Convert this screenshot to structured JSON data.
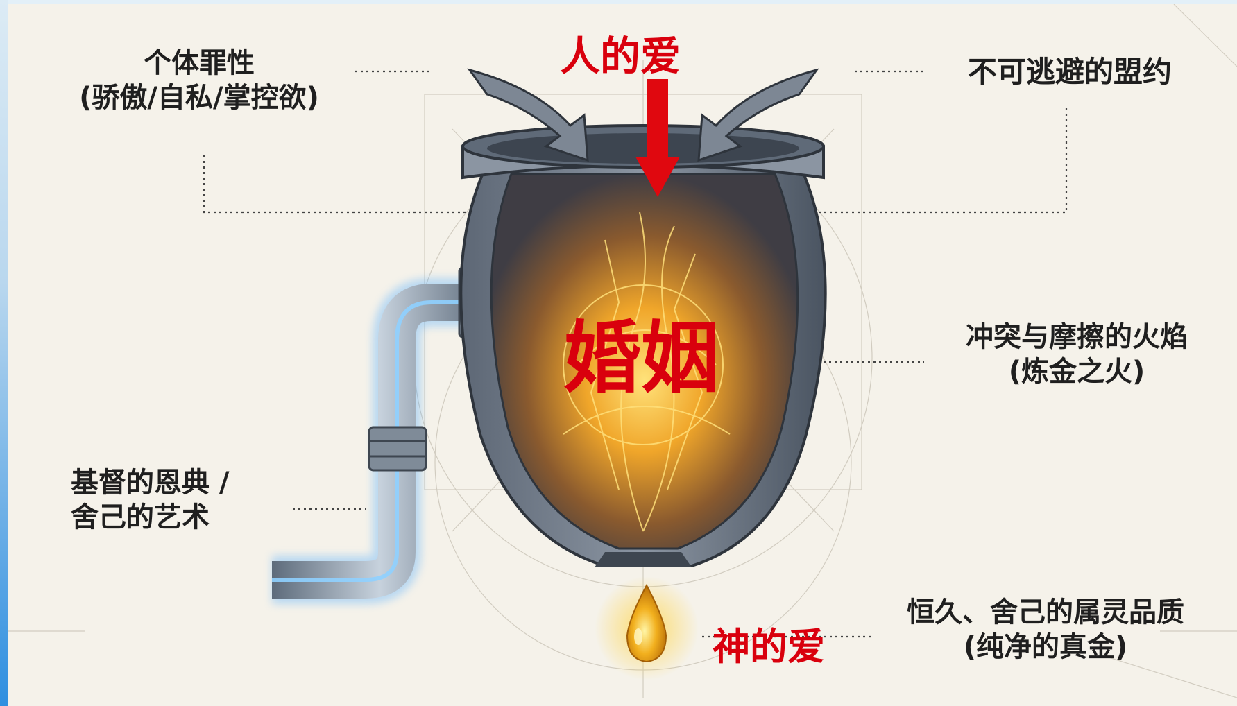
{
  "title": "人的爱",
  "center": "婚姻",
  "bottom": "神的爱",
  "labels": {
    "sin_line1": "个体罪性",
    "sin_line2": "(骄傲/自私/掌控欲)",
    "covenant": "不可逃避的盟约",
    "fire_line1": "冲突与摩擦的火焰",
    "fire_line2": "(炼金之火)",
    "grace_line1": "基督的恩典 /",
    "grace_line2": "舍己的艺术",
    "result_line1": "恒久、舍己的属灵品质",
    "result_line2": "(纯净的真金)"
  },
  "colors": {
    "accent": "#d9000d",
    "pipe_glow": "#5ab6ff",
    "fire": "#ffb21e",
    "vessel": "#4c5868"
  }
}
